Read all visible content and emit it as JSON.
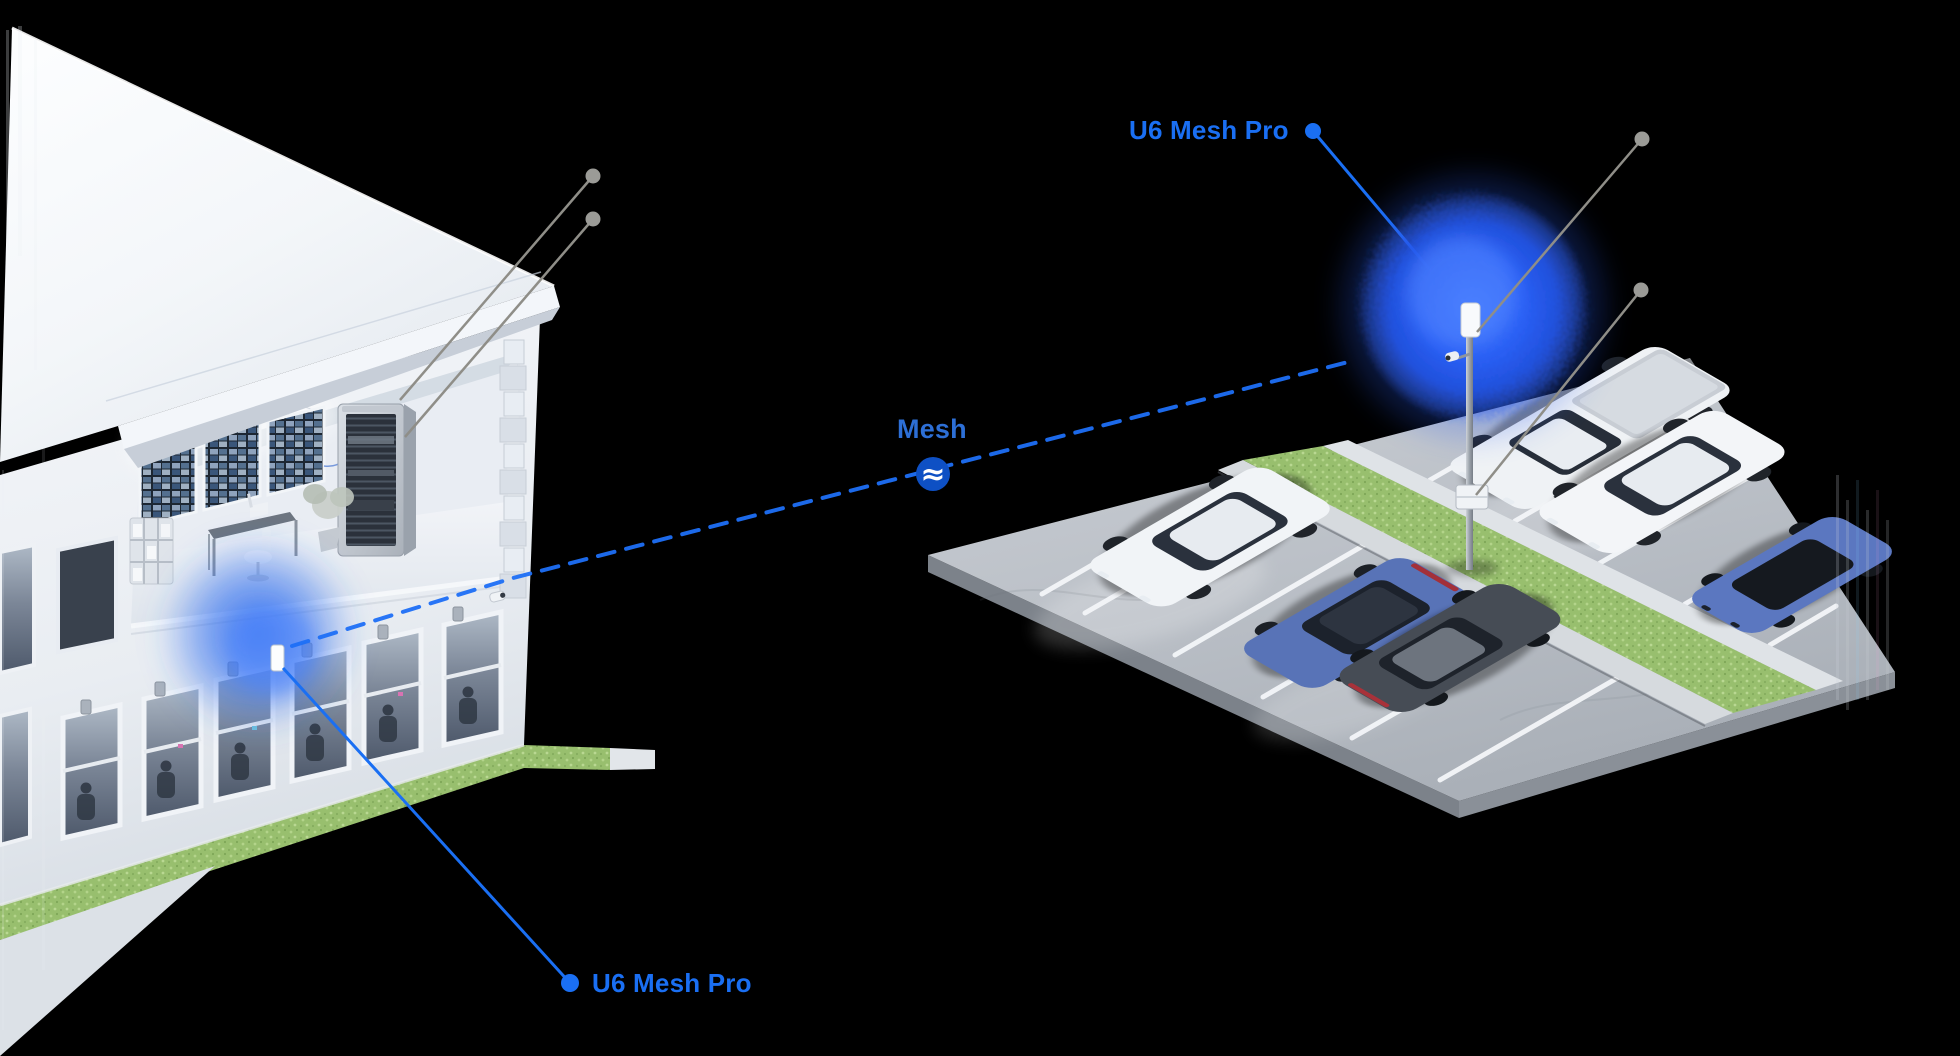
{
  "page": {
    "background_color": "#000000"
  },
  "labels": {
    "building_ap": {
      "text": "U6 Mesh Pro",
      "color": "#1A6FF3"
    },
    "outdoor_ap": {
      "text": "U6 Mesh Pro",
      "color": "#1A6FF3"
    },
    "mesh_link": {
      "text": "Mesh",
      "color": "#2D6FD6"
    }
  },
  "icons": {
    "mesh_wave": {
      "name": "mesh-wave-icon",
      "glyph": "≈",
      "badge_color": "#0E50C4",
      "glyph_color": "#FFFFFF"
    },
    "callout_dot_blue": {
      "name": "callout-dot-icon",
      "color": "#1A6FF3"
    },
    "callout_dot_grey": {
      "name": "callout-dot-icon",
      "color": "#9B9B97"
    }
  },
  "links": {
    "mesh_dash_color": "#1E6FF5",
    "callout_blue_color": "#1A6FF3",
    "callout_grey_color": "#8F8E88"
  },
  "coverage": {
    "indoor_glow_color": "#2F6EF0",
    "outdoor_sphere_color": "#2B63F2"
  },
  "illustration": {
    "building": {
      "name": "office-building-cutaway-render"
    },
    "parking_lot": {
      "name": "parking-lot-isometric-render",
      "asphalt_color": "#BCC1C8",
      "grass_color": "#9CC272",
      "cars": [
        {
          "name": "white-suv-left",
          "color": "#F1F4F7"
        },
        {
          "name": "blue-hatchback",
          "color": "#5873B7"
        },
        {
          "name": "dark-grey-sedan",
          "color": "#464C55"
        },
        {
          "name": "white-pickup-truck",
          "color": "#EFF2F5"
        },
        {
          "name": "white-suv-right",
          "color": "#F3F5F8"
        },
        {
          "name": "blue-crossover-right",
          "color": "#5B77C0"
        }
      ]
    }
  }
}
